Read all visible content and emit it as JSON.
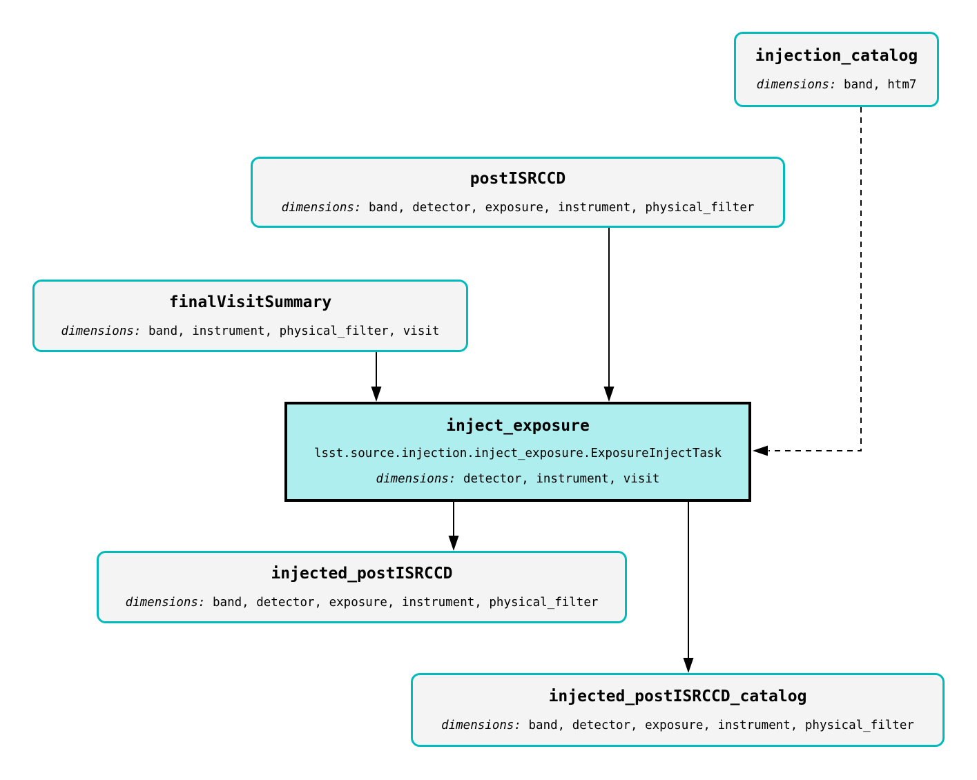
{
  "diagram": {
    "type": "pipeline-task-graph",
    "colors": {
      "background": "#ffffff",
      "dataset_border": "#00babc",
      "dataset_fill": "#f4f4f4",
      "task_border": "#000000",
      "task_fill": "#afeeee",
      "edge": "#000000",
      "text": "#000000"
    },
    "nodes": {
      "injection_catalog": {
        "title": "injection_catalog",
        "dims_label": "dimensions:",
        "dims": "band, htm7"
      },
      "postISRCCD": {
        "title": "postISRCCD",
        "dims_label": "dimensions:",
        "dims": "band, detector, exposure, instrument, physical_filter"
      },
      "finalVisitSummary": {
        "title": "finalVisitSummary",
        "dims_label": "dimensions:",
        "dims": "band, instrument, physical_filter, visit"
      },
      "inject_exposure": {
        "title": "inject_exposure",
        "task_class": "lsst.source.injection.inject_exposure.ExposureInjectTask",
        "dims_label": "dimensions:",
        "dims": "detector, instrument, visit"
      },
      "injected_postISRCCD": {
        "title": "injected_postISRCCD",
        "dims_label": "dimensions:",
        "dims": "band, detector, exposure, instrument, physical_filter"
      },
      "injected_postISRCCD_catalog": {
        "title": "injected_postISRCCD_catalog",
        "dims_label": "dimensions:",
        "dims": "band, detector, exposure, instrument, physical_filter"
      }
    },
    "edges": [
      {
        "from": "finalVisitSummary",
        "to": "inject_exposure",
        "style": "solid"
      },
      {
        "from": "postISRCCD",
        "to": "inject_exposure",
        "style": "solid"
      },
      {
        "from": "injection_catalog",
        "to": "inject_exposure",
        "style": "dashed"
      },
      {
        "from": "inject_exposure",
        "to": "injected_postISRCCD",
        "style": "solid"
      },
      {
        "from": "inject_exposure",
        "to": "injected_postISRCCD_catalog",
        "style": "solid"
      }
    ]
  }
}
